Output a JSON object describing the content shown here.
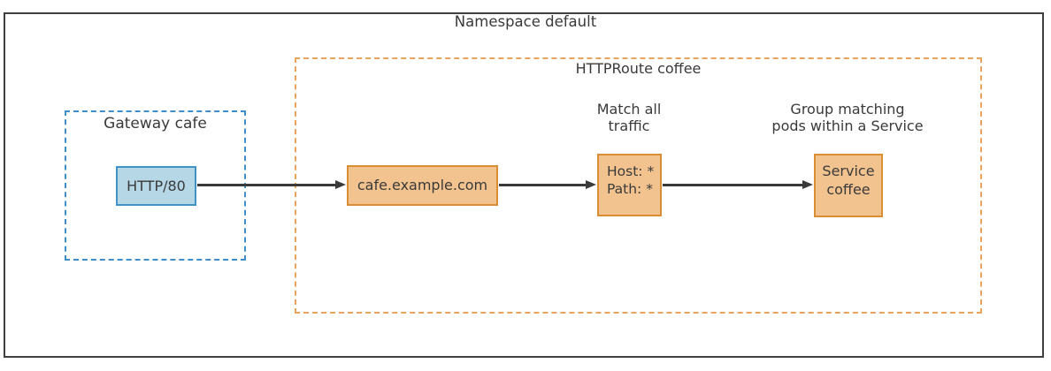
{
  "diagram": {
    "namespace": {
      "title": "Namespace default"
    },
    "gateway": {
      "title": "Gateway cafe",
      "listener_node": {
        "label": "HTTP/80"
      }
    },
    "httproute": {
      "title": "HTTPRoute coffee",
      "hostname_node": {
        "label": "cafe.example.com"
      },
      "match_annotation": {
        "line1": "Match all",
        "line2": "traffic"
      },
      "match_node": {
        "line1": "Host: *",
        "line2": "Path: *"
      },
      "backend_annotation": {
        "line1": "Group matching",
        "line2": "pods within a Service"
      },
      "service_node": {
        "line1": "Service",
        "line2": "coffee"
      }
    },
    "colors": {
      "outer_border": "#404040",
      "gateway_dash": "#3e8ec9",
      "route_dash": "#e9a35c",
      "listener_fill": "#b5d7e6",
      "listener_border": "#4093c4",
      "route_node_fill": "#f2c38f",
      "route_node_border": "#d98e35",
      "text": "#3a3a3a",
      "arrow": "#3a3a3a"
    }
  }
}
